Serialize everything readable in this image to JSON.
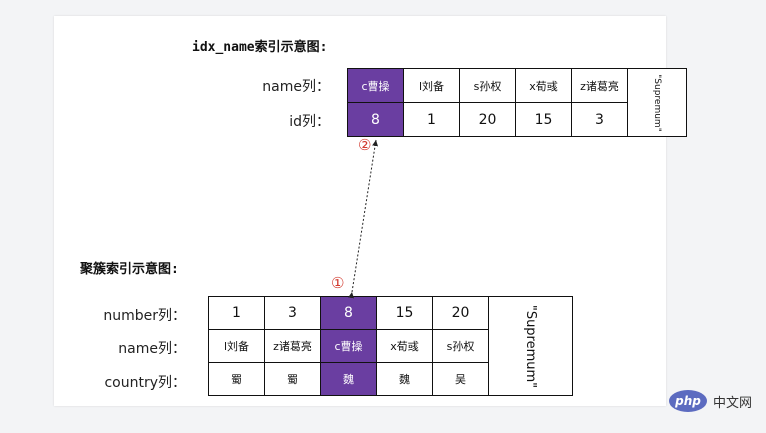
{
  "top": {
    "title": "idx_name索引示意图:",
    "name_label": "name列：",
    "id_label": "id列：",
    "names": [
      "c曹操",
      "l刘备",
      "s孙权",
      "x荀彧",
      "z诸葛亮"
    ],
    "ids": [
      "8",
      "1",
      "20",
      "15",
      "3"
    ],
    "supremum": "\"Supremum\""
  },
  "bottom": {
    "title": "聚簇索引示意图:",
    "number_label": "number列：",
    "name_label": "name列：",
    "country_label": "country列：",
    "numbers": [
      "1",
      "3",
      "8",
      "15",
      "20"
    ],
    "names": [
      "l刘备",
      "z诸葛亮",
      "c曹操",
      "x荀彧",
      "s孙权"
    ],
    "countries": [
      "蜀",
      "蜀",
      "魏",
      "魏",
      "吴"
    ],
    "supremum": "\"Supremum\""
  },
  "markers": {
    "one": "①",
    "two": "②"
  },
  "watermark": {
    "logo": "php",
    "text": "中文网"
  },
  "colors": {
    "highlight": "#6a3ea1",
    "marker": "#d23a2e"
  }
}
